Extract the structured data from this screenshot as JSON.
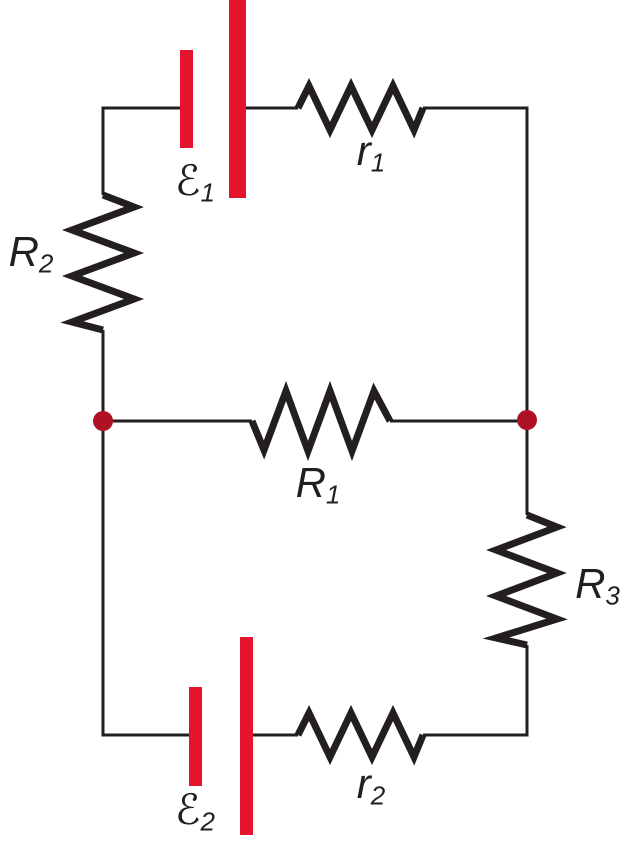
{
  "title": "Two-loop circuit diagram with two EMF sources",
  "colors": {
    "background": "#ffffff",
    "wire": "#231f20",
    "emf_plate": "#e4142f",
    "junction": "#b01225",
    "label": "#231f20"
  },
  "labels": {
    "emf1": {
      "base": "ℰ",
      "sub": "1"
    },
    "emf2": {
      "base": "ℰ",
      "sub": "2"
    },
    "int_r1": {
      "base": "r",
      "sub": "1"
    },
    "int_r2": {
      "base": "r",
      "sub": "2"
    },
    "res1": {
      "base": "R",
      "sub": "1"
    },
    "res2": {
      "base": "R",
      "sub": "2"
    },
    "res3": {
      "base": "R",
      "sub": "3"
    }
  },
  "components": [
    {
      "name": "emf-source-1",
      "symbol": "battery-plates",
      "label": "ℰ1",
      "location": "top branch"
    },
    {
      "name": "internal-resistance-1",
      "symbol": "resistor-zigzag",
      "label": "r1",
      "location": "top branch"
    },
    {
      "name": "resistor-2",
      "symbol": "resistor-zigzag",
      "label": "R2",
      "location": "left branch"
    },
    {
      "name": "resistor-1",
      "symbol": "resistor-zigzag",
      "label": "R1",
      "location": "middle branch"
    },
    {
      "name": "resistor-3",
      "symbol": "resistor-zigzag",
      "label": "R3",
      "location": "right branch"
    },
    {
      "name": "emf-source-2",
      "symbol": "battery-plates",
      "label": "ℰ2",
      "location": "bottom branch"
    },
    {
      "name": "internal-resistance-2",
      "symbol": "resistor-zigzag",
      "label": "r2",
      "location": "bottom branch"
    },
    {
      "name": "junction-a",
      "symbol": "node-dot",
      "location": "left middle"
    },
    {
      "name": "junction-b",
      "symbol": "node-dot",
      "location": "right middle"
    }
  ]
}
